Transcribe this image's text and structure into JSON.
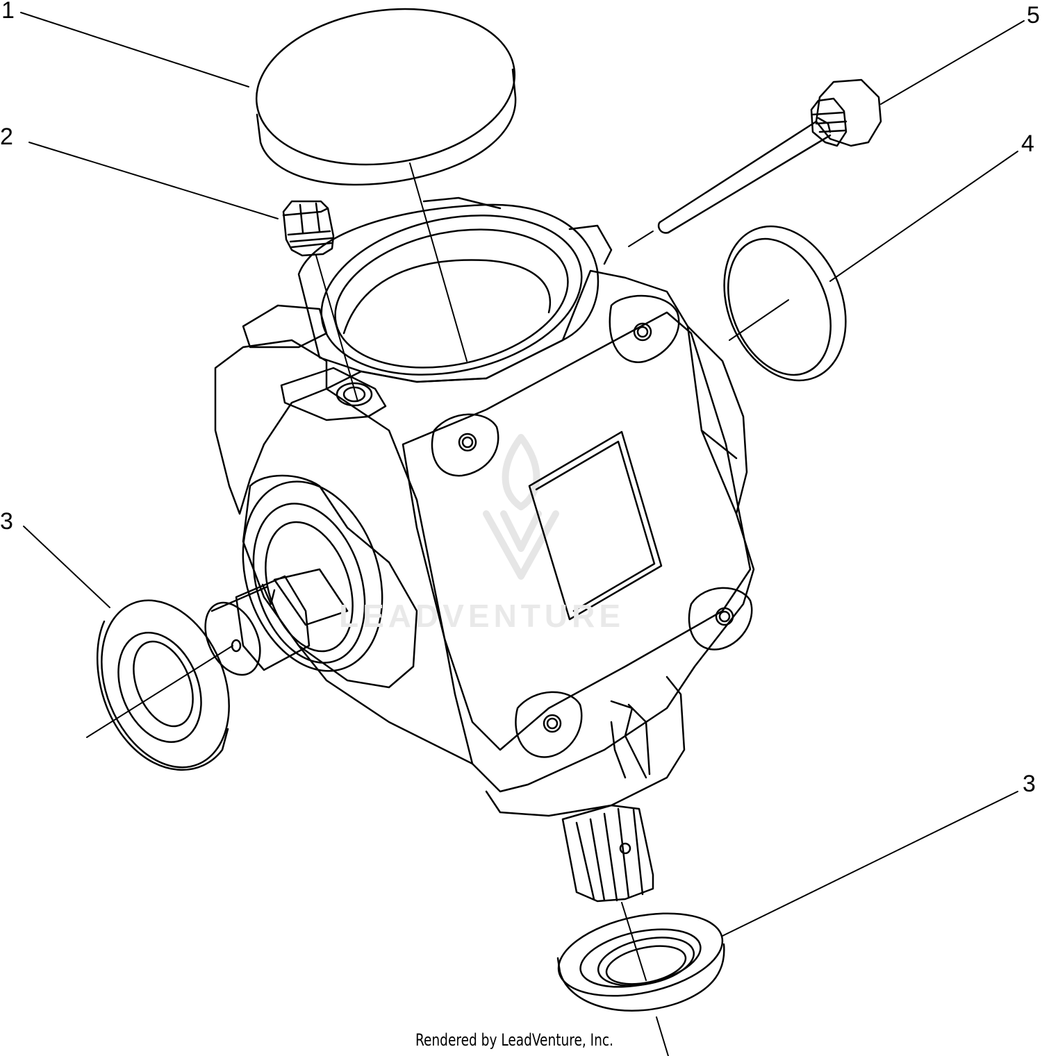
{
  "callouts": [
    {
      "id": "1",
      "label": "1"
    },
    {
      "id": "2",
      "label": "2"
    },
    {
      "id": "3a",
      "label": "3"
    },
    {
      "id": "3b",
      "label": "3"
    },
    {
      "id": "4",
      "label": "4"
    },
    {
      "id": "5",
      "label": "5"
    }
  ],
  "credit": "Rendered by LeadVenture, Inc.",
  "watermark": "LEADVENTURE"
}
